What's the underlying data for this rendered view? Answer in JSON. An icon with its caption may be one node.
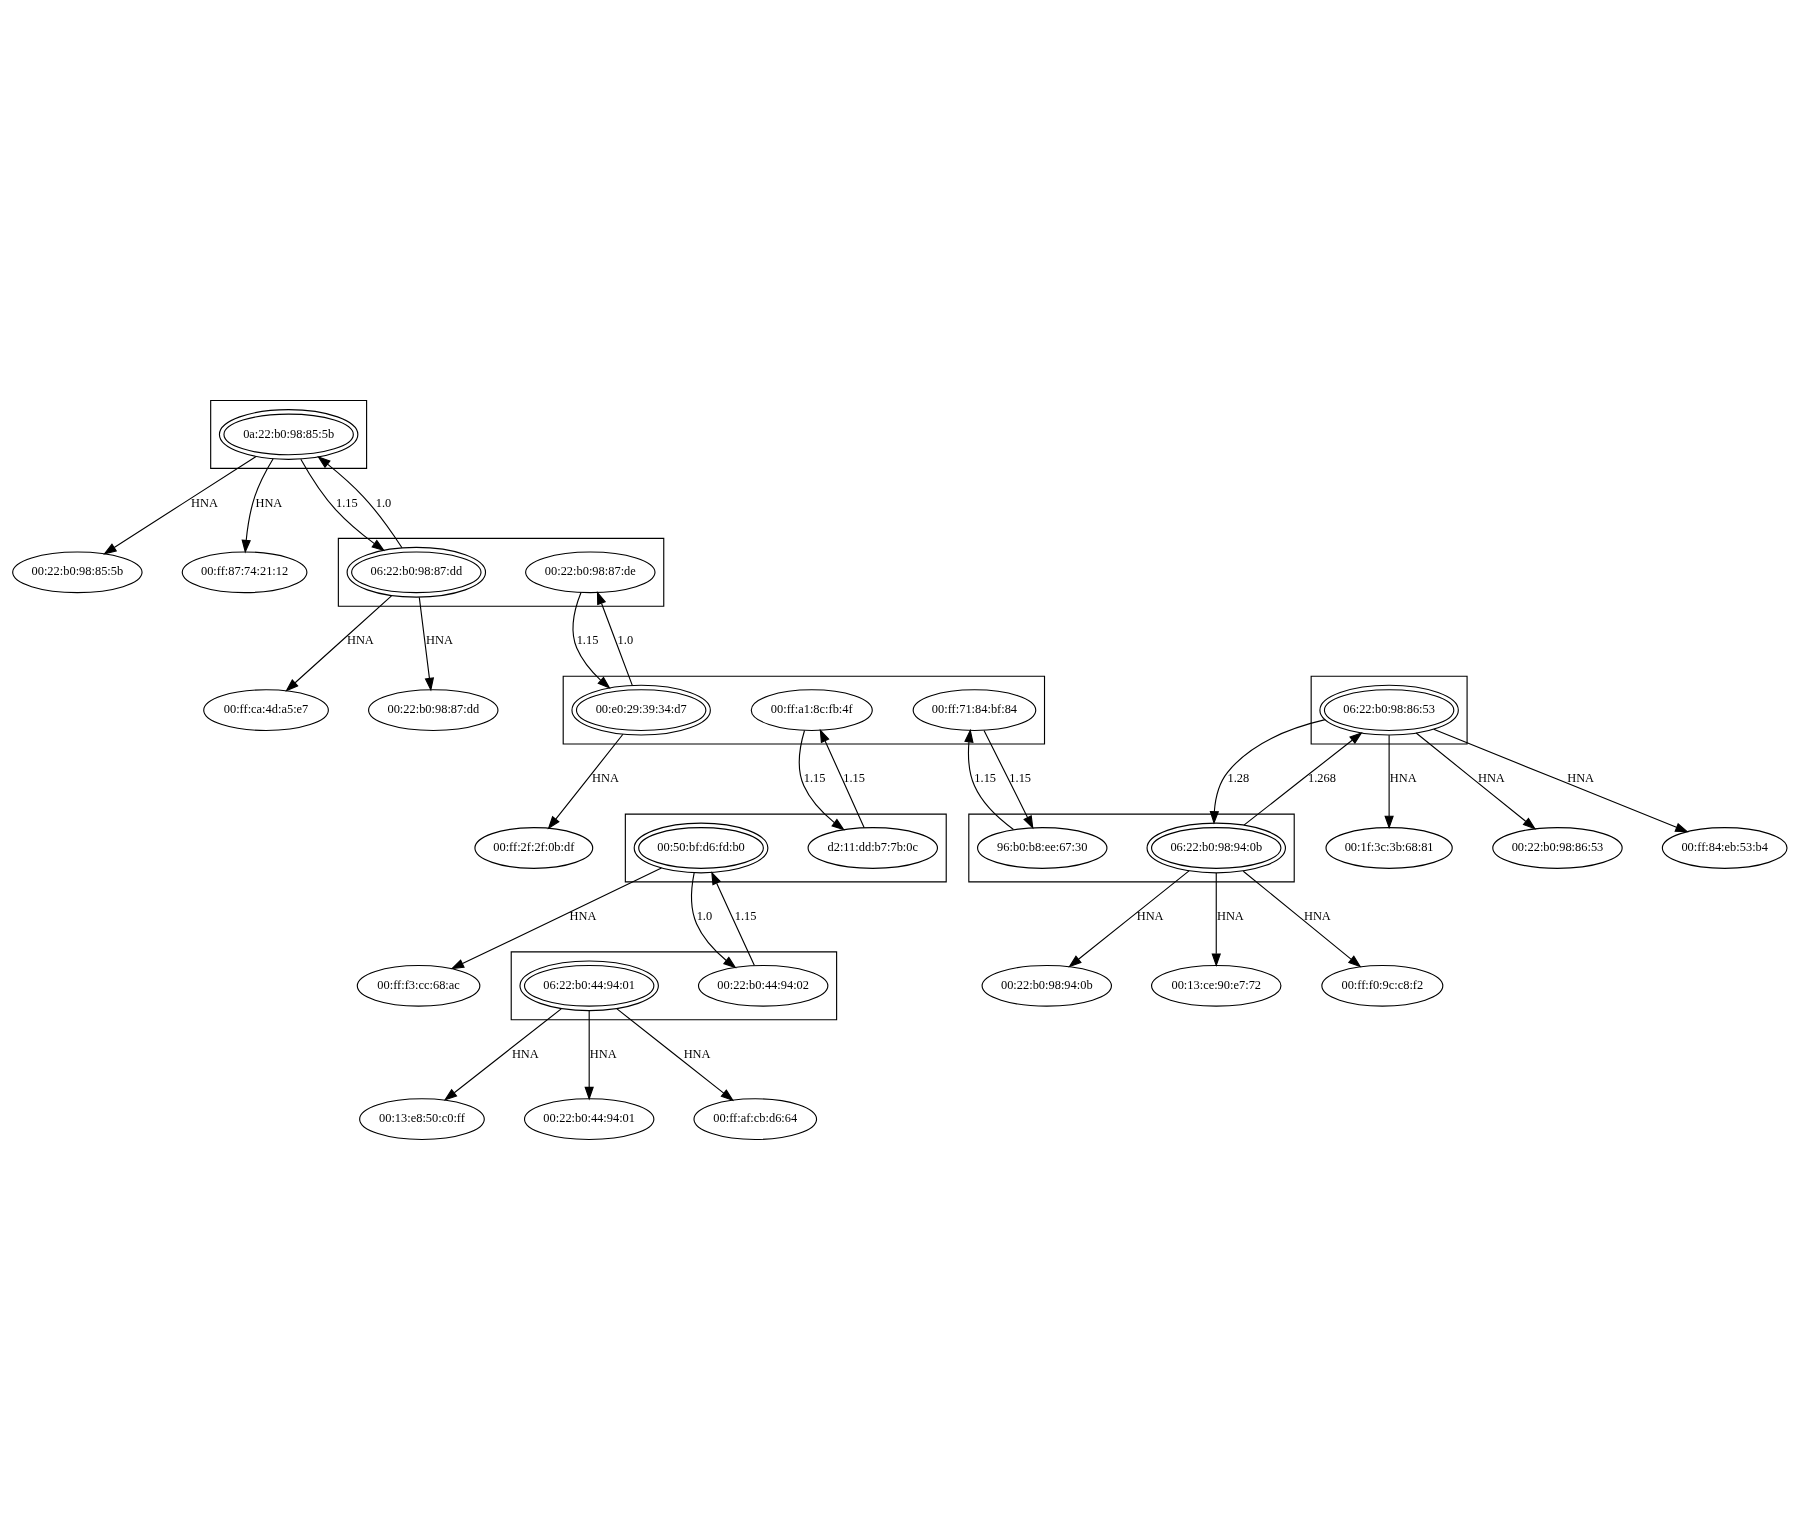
{
  "diagram": {
    "nodes": [
      {
        "text": [],
        "shape": "box"
      },
      {
        "text": [
          "0a:22:b0:98:85:5b"
        ],
        "in": 0
      },
      {
        "text": [
          "00:22:b0:98:85:5b"
        ]
      },
      {
        "text": [
          "00:ff:87:74:21:12"
        ]
      },
      {
        "text": [],
        "shape": "box"
      },
      {
        "text": [
          "06:22:b0:98:87:dd"
        ],
        "in": 4
      },
      {
        "text": [
          "00:22:b0:98:87:de"
        ],
        "in": 4
      },
      {
        "text": [
          "00:ff:ca:4d:a5:e7"
        ]
      },
      {
        "text": [
          "00:22:b0:98:87:dd"
        ]
      },
      {
        "text": [],
        "shape": "box"
      },
      {
        "text": [
          "00:e0:29:39:34:d7"
        ],
        "in": 9
      },
      {
        "text": [
          "00:ff:71:84:bf:84"
        ],
        "in": 9
      },
      {
        "text": [
          "00:ff:a1:8c:fb:4f"
        ],
        "in": 9
      },
      {
        "text": [
          "00:ff:2f:2f:0b:df"
        ]
      },
      {
        "text": [],
        "shape": "box"
      },
      {
        "text": [
          "d2:11:dd:b7:7b:0c"
        ],
        "in": 14
      },
      {
        "text": [
          "00:50:bf:d6:fd:b0"
        ],
        "in": 14
      },
      {
        "text": [
          "00:ff:f3:cc:68:ac"
        ]
      },
      {
        "text": [],
        "shape": "box"
      },
      {
        "text": [
          "00:22:b0:44:94:02"
        ],
        "in": 18
      },
      {
        "text": [
          "06:22:b0:44:94:01"
        ],
        "in": 18
      },
      {
        "text": [
          "00:13:e8:50:c0:ff"
        ]
      },
      {
        "text": [
          "00:22:b0:44:94:01"
        ]
      },
      {
        "text": [
          "00:ff:af:cb:d6:64"
        ]
      },
      {
        "text": [],
        "shape": "box"
      },
      {
        "text": [
          "06:22:b0:98:86:53"
        ],
        "in": 24
      },
      {
        "text": [
          "00:1f:3c:3b:68:81"
        ]
      },
      {
        "text": [
          "00:22:b0:98:86:53"
        ]
      },
      {
        "text": [
          "00:ff:84:eb:53:b4"
        ]
      },
      {
        "text": [],
        "shape": "box"
      },
      {
        "text": [
          "96:b0:b8:ee:67:30"
        ],
        "in": 29
      },
      {
        "text": [
          "06:22:b0:98:94:0b"
        ],
        "in": 29
      },
      {
        "text": [
          "00:22:b0:98:94:0b"
        ]
      },
      {
        "text": [
          "00:13:ce:90:e7:72"
        ]
      },
      {
        "text": [
          "00:ff:f0:9c:c8:f2"
        ]
      }
    ],
    "edges": [
      {
        "from": 1,
        "to": 2,
        "arrow": "to",
        "label": "HNA"
      },
      {
        "from": 1,
        "to": 3,
        "arrow": "to",
        "label": "HNA"
      },
      {
        "from": 1,
        "to": 5,
        "arrow": "to",
        "label": "1.15"
      },
      {
        "from": 5,
        "to": 1,
        "arrow": "to",
        "label": "1.0"
      },
      {
        "from": 5,
        "to": 7,
        "arrow": "to",
        "label": "HNA"
      },
      {
        "from": 5,
        "to": 8,
        "arrow": "to",
        "label": "HNA"
      },
      {
        "from": 6,
        "to": 10,
        "arrow": "to",
        "label": "1.15"
      },
      {
        "from": 10,
        "to": 6,
        "arrow": "to",
        "label": "1.0"
      },
      {
        "from": 10,
        "to": 13,
        "arrow": "to",
        "label": "HNA"
      },
      {
        "from": 11,
        "to": 30,
        "arrow": "to",
        "label": "1.15"
      },
      {
        "from": 30,
        "to": 11,
        "arrow": "to",
        "label": "1.15"
      },
      {
        "from": 12,
        "to": 15,
        "arrow": "to",
        "label": "1.15"
      },
      {
        "from": 15,
        "to": 12,
        "arrow": "to",
        "label": "1.15"
      },
      {
        "from": 16,
        "to": 17,
        "arrow": "to",
        "label": "HNA"
      },
      {
        "from": 16,
        "to": 19,
        "arrow": "to",
        "label": "1.0"
      },
      {
        "from": 19,
        "to": 16,
        "arrow": "to",
        "label": "1.15"
      },
      {
        "from": 20,
        "to": 21,
        "arrow": "to",
        "label": "HNA"
      },
      {
        "from": 20,
        "to": 22,
        "arrow": "to",
        "label": "HNA"
      },
      {
        "from": 20,
        "to": 23,
        "arrow": "to",
        "label": "HNA"
      },
      {
        "from": 25,
        "to": 26,
        "arrow": "to",
        "label": "HNA"
      },
      {
        "from": 25,
        "to": 27,
        "arrow": "to",
        "label": "HNA"
      },
      {
        "from": 25,
        "to": 28,
        "arrow": "to",
        "label": "HNA"
      },
      {
        "from": 25,
        "to": 31,
        "arrow": "to",
        "label": "1.28"
      },
      {
        "from": 31,
        "to": 25,
        "arrow": "to",
        "label": "1.268"
      },
      {
        "from": 31,
        "to": 32,
        "arrow": "to",
        "label": "HNA"
      },
      {
        "from": 31,
        "to": 33,
        "arrow": "to",
        "label": "HNA"
      },
      {
        "from": 31,
        "to": 34,
        "arrow": "to",
        "label": "HNA"
      }
    ]
  }
}
